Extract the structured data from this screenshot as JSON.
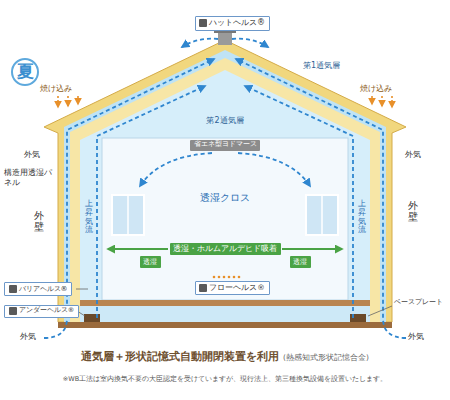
{
  "diagram": {
    "caption": "通気層＋形状記憶式自動開閉装置を利用",
    "nodes": [
      {
        "text": [
          "夏"
        ]
      },
      {
        "text": [
          "ハットヘルス®"
        ]
      },
      {
        "text": [
          "省エネ型ヨドマース"
        ]
      },
      {
        "text": [
          "透湿・ホルムアルデヒド吸着"
        ]
      },
      {
        "text": [
          "透湿"
        ]
      },
      {
        "text": [
          "透湿"
        ]
      },
      {
        "text": [
          "フローヘルス®"
        ]
      },
      {
        "text": [
          "バリアヘルス®"
        ]
      },
      {
        "text": [
          "アンダーヘルス®"
        ]
      }
    ],
    "labels": [
      "焼け込み",
      "焼け込み",
      "第1通気層",
      "第2通気層",
      "外気",
      "外気",
      "構造用透湿パネル",
      "外壁",
      "外壁",
      "上昇気流",
      "上昇気流",
      "透湿クロス",
      "ベースプレート",
      "外気",
      "外気",
      "(熱感知式形状記憶合金)",
      "※WB工法は室内換気不要の大臣認定を受けていますが、現行法上、第三種換気設備を設置いたします。"
    ]
  }
}
